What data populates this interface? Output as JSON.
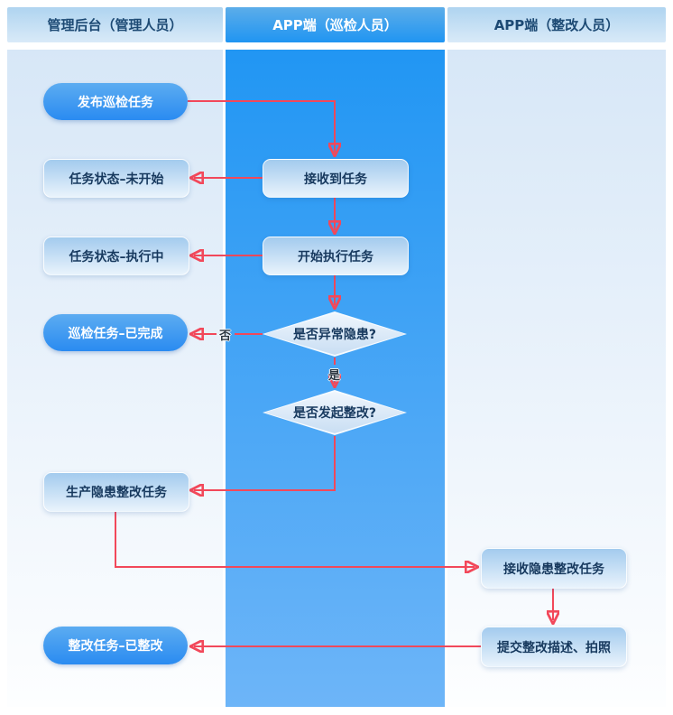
{
  "lanes": [
    {
      "label": "管理后台（管理人员）",
      "variant": "light"
    },
    {
      "label": "APP端（巡检人员）",
      "variant": "primary"
    },
    {
      "label": "APP端（整改人员）",
      "variant": "light"
    }
  ],
  "nodes": {
    "publish": {
      "label": "发布巡检任务",
      "shape": "pill",
      "lane": 0
    },
    "notStarted": {
      "label": "任务状态–未开始",
      "shape": "box",
      "lane": 0
    },
    "receiveTask": {
      "label": "接收到任务",
      "shape": "box",
      "lane": 1
    },
    "running": {
      "label": "任务状态–执行中",
      "shape": "box",
      "lane": 0
    },
    "startTask": {
      "label": "开始执行任务",
      "shape": "box",
      "lane": 1
    },
    "decHazard": {
      "label": "是否异常隐患?",
      "shape": "diamond",
      "lane": 1
    },
    "completed": {
      "label": "巡检任务–已完成",
      "shape": "pill",
      "lane": 0
    },
    "decRectify": {
      "label": "是否发起整改?",
      "shape": "diamond",
      "lane": 1
    },
    "rectifyTask": {
      "label": "生产隐患整改任务",
      "shape": "box",
      "lane": 0
    },
    "receiveRectify": {
      "label": "接收隐患整改任务",
      "shape": "box",
      "lane": 2
    },
    "rectified": {
      "label": "整改任务–已整改",
      "shape": "pill",
      "lane": 0
    },
    "submitRectify": {
      "label": "提交整改描述、拍照",
      "shape": "box",
      "lane": 2
    }
  },
  "edge_labels": {
    "no": "否",
    "yes": "是"
  },
  "colors": {
    "arrow": "#f2485a",
    "lane_primary_top": "#2196f3",
    "lane_primary_bottom": "#6db5f8",
    "lane_light_top": "#d7e7f7",
    "header_light_top": "#afd4f0",
    "header_primary_bottom": "#2095f2",
    "pill_bottom": "#2a8bf1",
    "box_top": "#a3cbee",
    "node_text": "#17395e"
  }
}
